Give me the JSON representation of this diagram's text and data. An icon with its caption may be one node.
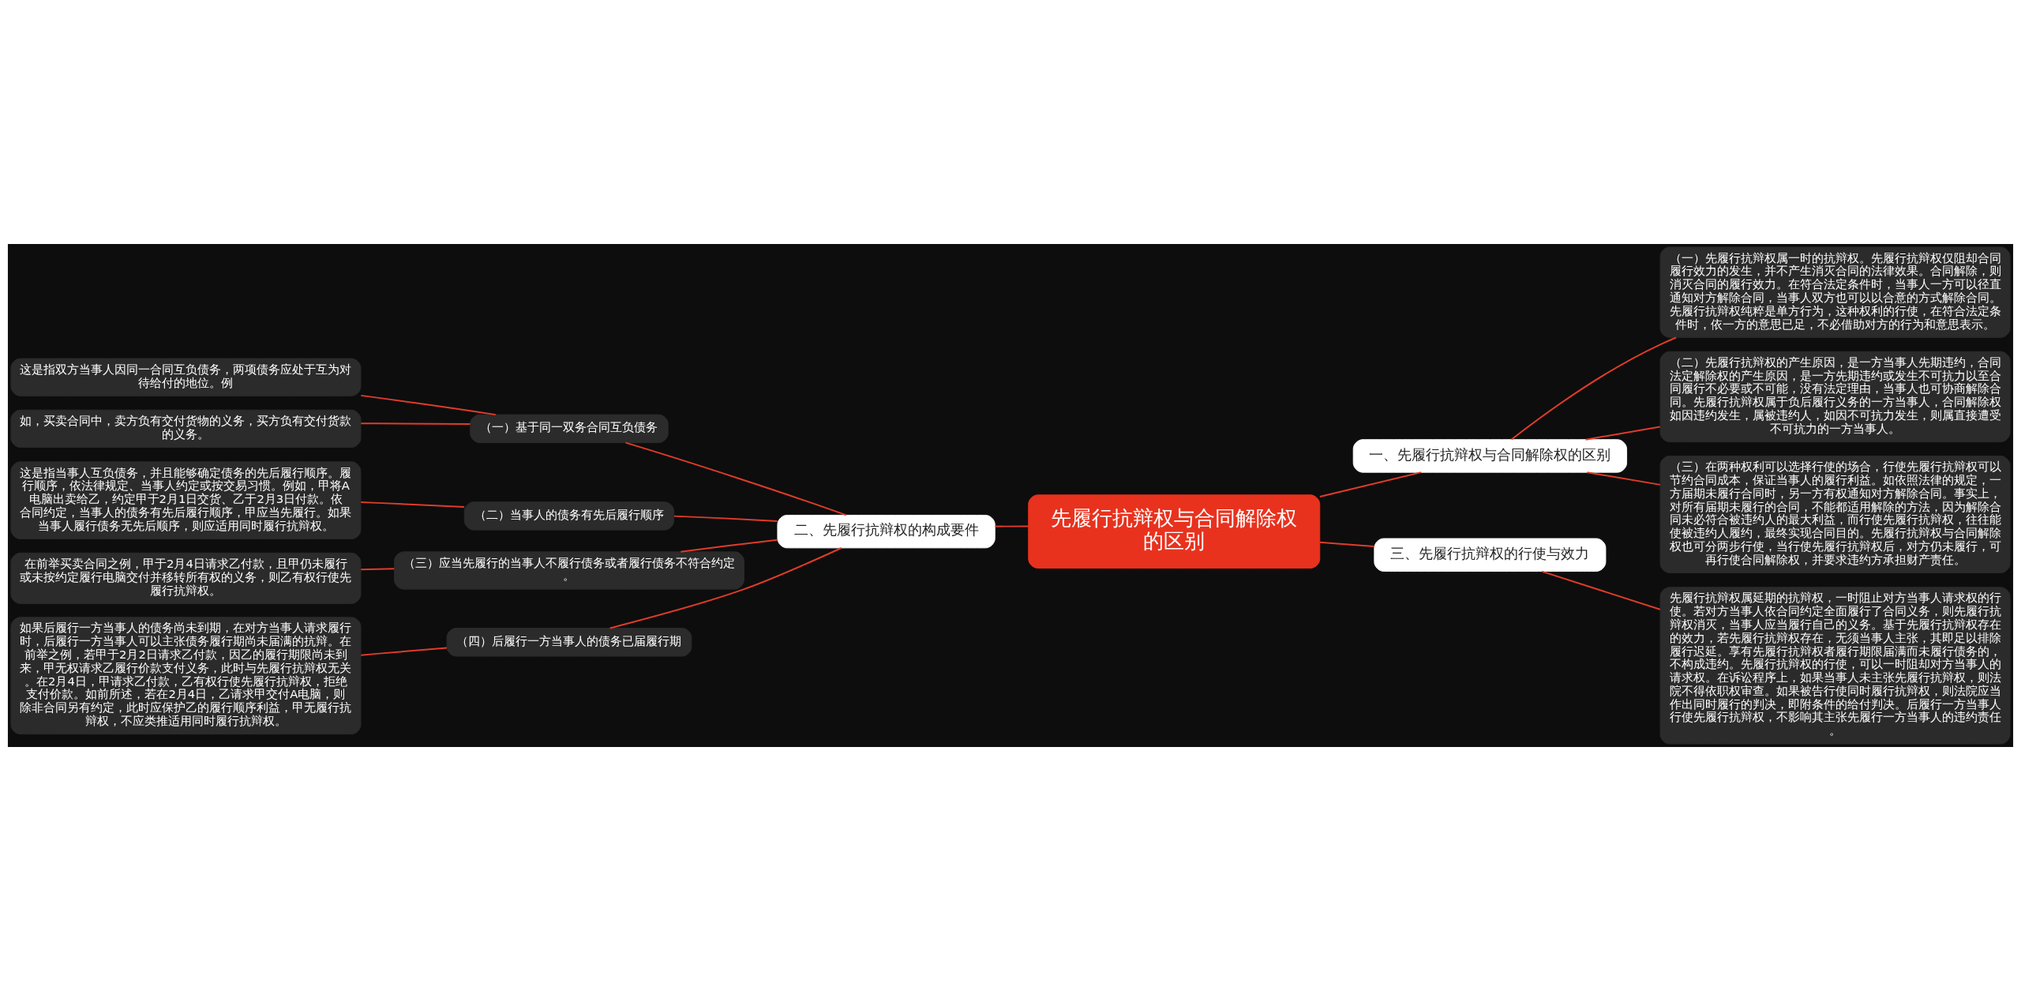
{
  "diagram": {
    "nodes": [
      {
        "text": [
          "先履行抗辩权与合同解除权的区别"
        ]
      },
      {
        "text": [
          "一、先履行抗辩权与合同解除权的区别"
        ]
      },
      {
        "text": [
          "（一）先履行抗辩权属一时的抗辩权。先履行抗辩权仅阻却合同履行效力的发生，并不产生消灭合同的法律效果。合同解除，则消灭合同的履行效力。在符合法定条件时，当事人一方可以径直通知对方解除合同，当事人双方也可以以合意的方式解除合同。先履行抗辩权纯粹是单方行为，这种权利的行使，在符合法定条件时，依一方的意思已足，不必借助对方的行为和意思表示。"
        ]
      },
      {
        "text": [
          "（二）先履行抗辩权的产生原因，是一方当事人先期违约，合同法定解除权的产生原因，是一方先期违约或发生不可抗力以至合同履行不必要或不可能，没有法定理由，当事人也可协商解除合同。先履行抗辩权属于负后履行义务的一方当事人，合同解除权如因违约发生，属被违约人，如因不可抗力发生，则属直接遭受不可抗力的一方当事人。"
        ]
      },
      {
        "text": [
          "（三）在两种权利可以选择行使的场合，行使先履行抗辩权可以节约合同成本，保证当事人的履行利益。如依照法律的规定，一方届期未履行合同时，另一方有权通知对方解除合同。事实上，对所有届期未履行的合同，不能都适用解除的方法，因为解除合同未必符合被违约人的最大利益，而行使先履行抗辩权，往往能使被违约人履约，最终实现合同目的。先履行抗辩权与合同解除权也可分两步行使，当行使先履行抗辩权后，对方仍未履行，可再行使合同解除权，并要求违约方承担财产责任。"
        ]
      },
      {
        "text": [
          "二、先履行抗辩权的构成要件"
        ]
      },
      {
        "text": [
          "（一）基于同一双务合同互负债务"
        ]
      },
      {
        "text": [
          "这是指双方当事人因同一合同互负债务，两项债务应处于互为对待给付的地位。例"
        ]
      },
      {
        "text": [
          "如，买卖合同中，卖方负有交付货物的义务，买方负有交付货款的义务。"
        ]
      },
      {
        "text": [
          "（二）当事人的债务有先后履行顺序"
        ]
      },
      {
        "text": [
          "这是指当事人互负债务，并且能够确定债务的先后履行顺序。履行顺序，依法律规定、当事人约定或按交易习惯。例如，甲将A电脑出卖给乙，约定甲于2月1日交货、乙于2月3日付款。依合同约定，当事人的债务有先后履行顺序，甲应当先履行。如果当事人履行债务无先后顺序，则应适用同时履行抗辩权。"
        ]
      },
      {
        "text": [
          "（三）应当先履行的当事人不履行债务或者履行债务不符合约定。"
        ]
      },
      {
        "text": [
          "在前举买卖合同之例，甲于2月4日请求乙付款，且甲仍未履行或未按约定履行电脑交付并移转所有权的义务，则乙有权行使先履行抗辩权。"
        ]
      },
      {
        "text": [
          "（四）后履行一方当事人的债务已届履行期"
        ]
      },
      {
        "text": [
          "如果后履行一方当事人的债务尚未到期，在对方当事人请求履行时，后履行一方当事人可以主张债务履行期尚未届满的抗辩。在前举之例，若甲于2月2日请求乙付款，因乙的履行期限尚未到来，甲无权请求乙履行价款支付义务，此时与先履行抗辩权无关。在2月4日，甲请求乙付款，乙有权行使先履行抗辩权，拒绝支付价款。如前所述，若在2月4日，乙请求甲交付A电脑，则除非合同另有约定，此时应保护乙的履行顺序利益，甲无履行抗辩权，不应类推适用同时履行抗辩权。"
        ]
      },
      {
        "text": [
          "三、先履行抗辩权的行使与效力"
        ]
      },
      {
        "text": [
          "先履行抗辩权属延期的抗辩权，一时阻止对方当事人请求权的行使。若对方当事人依合同约定全面履行了合同义务，则先履行抗辩权消灭，当事人应当履行自己的义务。基于先履行抗辩权存在的效力，若先履行抗辩权存在，无须当事人主张，其即足以排除履行迟延。享有先履行抗辩权者履行期限届满而未履行债务的，不构成违约。先履行抗辩权的行使，可以一时阻却对方当事人的请求权。在诉讼程序上，如果当事人未主张先履行抗辩权，则法院不得依职权审查。如果被告行使同时履行抗辩权，则法院应当作出同时履行的判决，即附条件的给付判决。后履行一方当事人行使先履行抗辩权，不影响其主张先履行一方当事人的违约责任。"
        ]
      }
    ],
    "edges": [
      {
        "from": 0,
        "to": 1,
        "arrow": "none"
      },
      {
        "from": 1,
        "to": 2,
        "arrow": "none"
      },
      {
        "from": 1,
        "to": 3,
        "arrow": "none"
      },
      {
        "from": 1,
        "to": 4,
        "arrow": "none"
      },
      {
        "from": 0,
        "to": 5,
        "arrow": "none"
      },
      {
        "from": 5,
        "to": 6,
        "arrow": "none"
      },
      {
        "from": 6,
        "to": 7,
        "arrow": "none"
      },
      {
        "from": 6,
        "to": 8,
        "arrow": "none"
      },
      {
        "from": 5,
        "to": 9,
        "arrow": "none"
      },
      {
        "from": 9,
        "to": 10,
        "arrow": "none"
      },
      {
        "from": 5,
        "to": 11,
        "arrow": "none"
      },
      {
        "from": 11,
        "to": 12,
        "arrow": "none"
      },
      {
        "from": 5,
        "to": 13,
        "arrow": "none"
      },
      {
        "from": 13,
        "to": 14,
        "arrow": "none"
      },
      {
        "from": 0,
        "to": 15,
        "arrow": "none"
      },
      {
        "from": 15,
        "to": 16,
        "arrow": "none"
      }
    ]
  }
}
